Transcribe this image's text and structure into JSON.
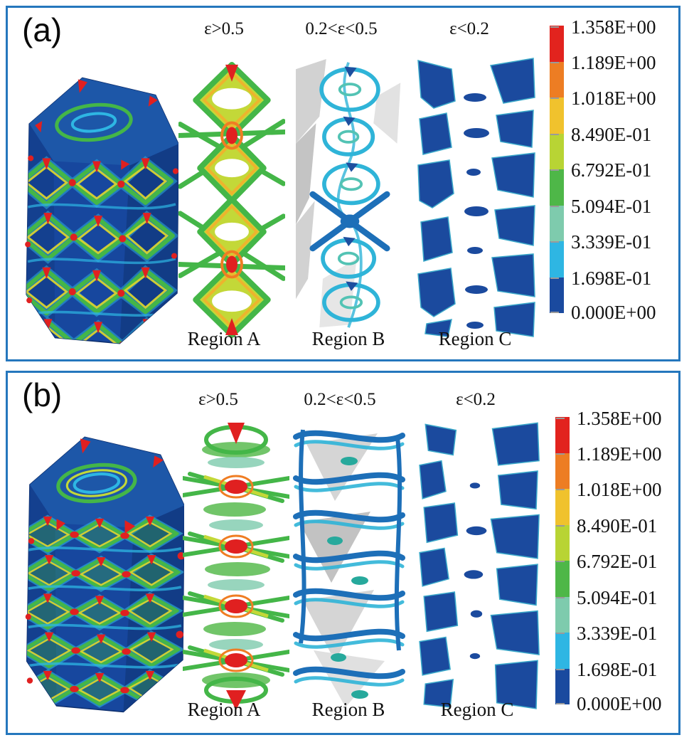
{
  "figure": {
    "panel_a": {
      "label": "(a)",
      "headers": [
        "ε>0.5",
        "0.2<ε<0.5",
        "ε<0.2"
      ],
      "region_labels": [
        "Region A",
        "Region B",
        "Region C"
      ]
    },
    "panel_b": {
      "label": "(b)",
      "headers": [
        "ε>0.5",
        "0.2<ε<0.5",
        "ε<0.2"
      ],
      "region_labels": [
        "Region A",
        "Region B",
        "Region C"
      ]
    },
    "colorbar": {
      "tick_labels": [
        "1.358E+00",
        "1.189E+00",
        "1.018E+00",
        "8.490E-01",
        "6.792E-01",
        "5.094E-01",
        "3.339E-01",
        "1.698E-01",
        "0.000E+00"
      ],
      "segment_colors_top_to_bottom": [
        "#e2231e",
        "#ed7d23",
        "#f0c22d",
        "#b8d434",
        "#4eb748",
        "#7ecbad",
        "#2eb6e3",
        "#1a4a9f"
      ]
    },
    "accent_colors": {
      "panel_border": "#2577bd",
      "contour_low": "#17479e",
      "contour_high": "#e02020"
    }
  }
}
